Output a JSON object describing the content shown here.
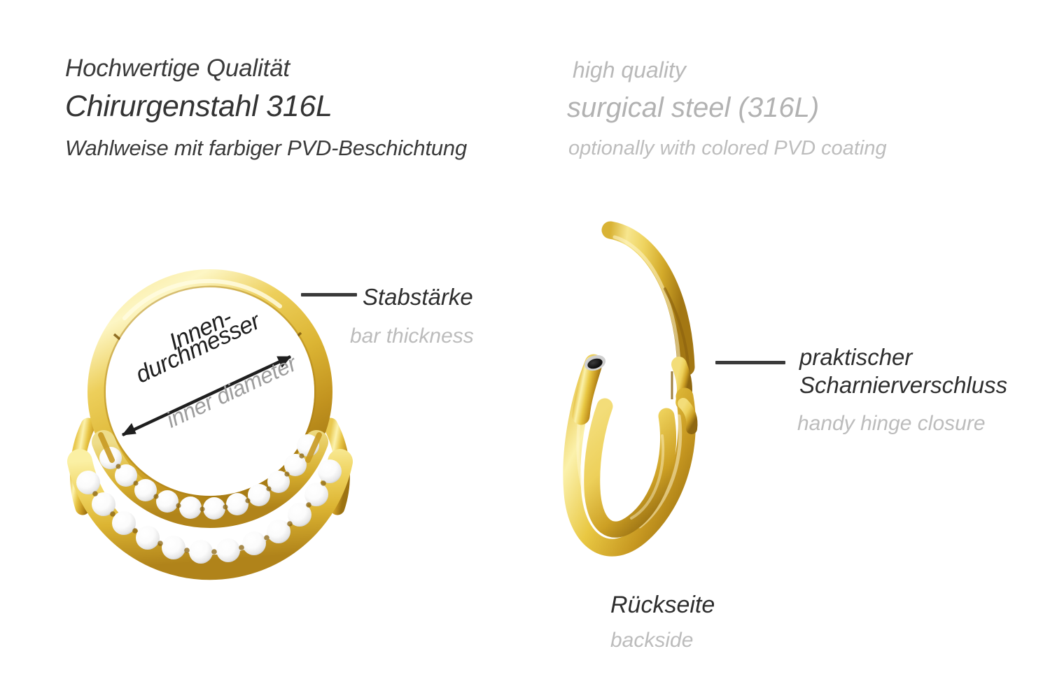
{
  "background_color": "#ffffff",
  "header": {
    "german": {
      "line1": "Hochwertige Qualität",
      "line2": "Chirurgenstahl 316L",
      "line3": "Wahlweise mit farbiger PVD-Beschichtung",
      "color": "#333333"
    },
    "english": {
      "line1": "high quality",
      "line2": "surgical steel (316L)",
      "line3": "optionally with colored PVD coating",
      "color": "#b9b9b9"
    }
  },
  "annotations": {
    "bar_thickness": {
      "german": "Stabstärke",
      "english": "bar thickness",
      "leader_color": "#3a3a3a"
    },
    "inner_diameter": {
      "german_line1": "Innen-",
      "german_line2": "durchmesser",
      "english": "inner diameter",
      "arrow_color": "#1f1f1f",
      "rotation_deg": -25
    },
    "hinge": {
      "german_line1": "praktischer",
      "german_line2": "Scharnierverschluss",
      "english": "handy hinge closure",
      "leader_color": "#3a3a3a"
    },
    "backside": {
      "german": "Rückseite",
      "english": "backside"
    }
  },
  "product": {
    "left_view_name": "front-view-hinged-segment-ring-with-crystals",
    "right_view_name": "back-view-opened-hinge-ring",
    "gold": {
      "highlight": "#fdf3b4",
      "light": "#f2d769",
      "mid": "#e3be3a",
      "dark": "#b8891c",
      "shadow": "#8c6410"
    },
    "crystal": {
      "fill": "#ffffff",
      "edge": "#d8d8d8"
    },
    "tube_opening": {
      "inner": "#1a1a1a",
      "rim": "#c9c9c9"
    },
    "crystal_count_outer_arc": 13,
    "crystal_count_inner_arc": 12
  }
}
